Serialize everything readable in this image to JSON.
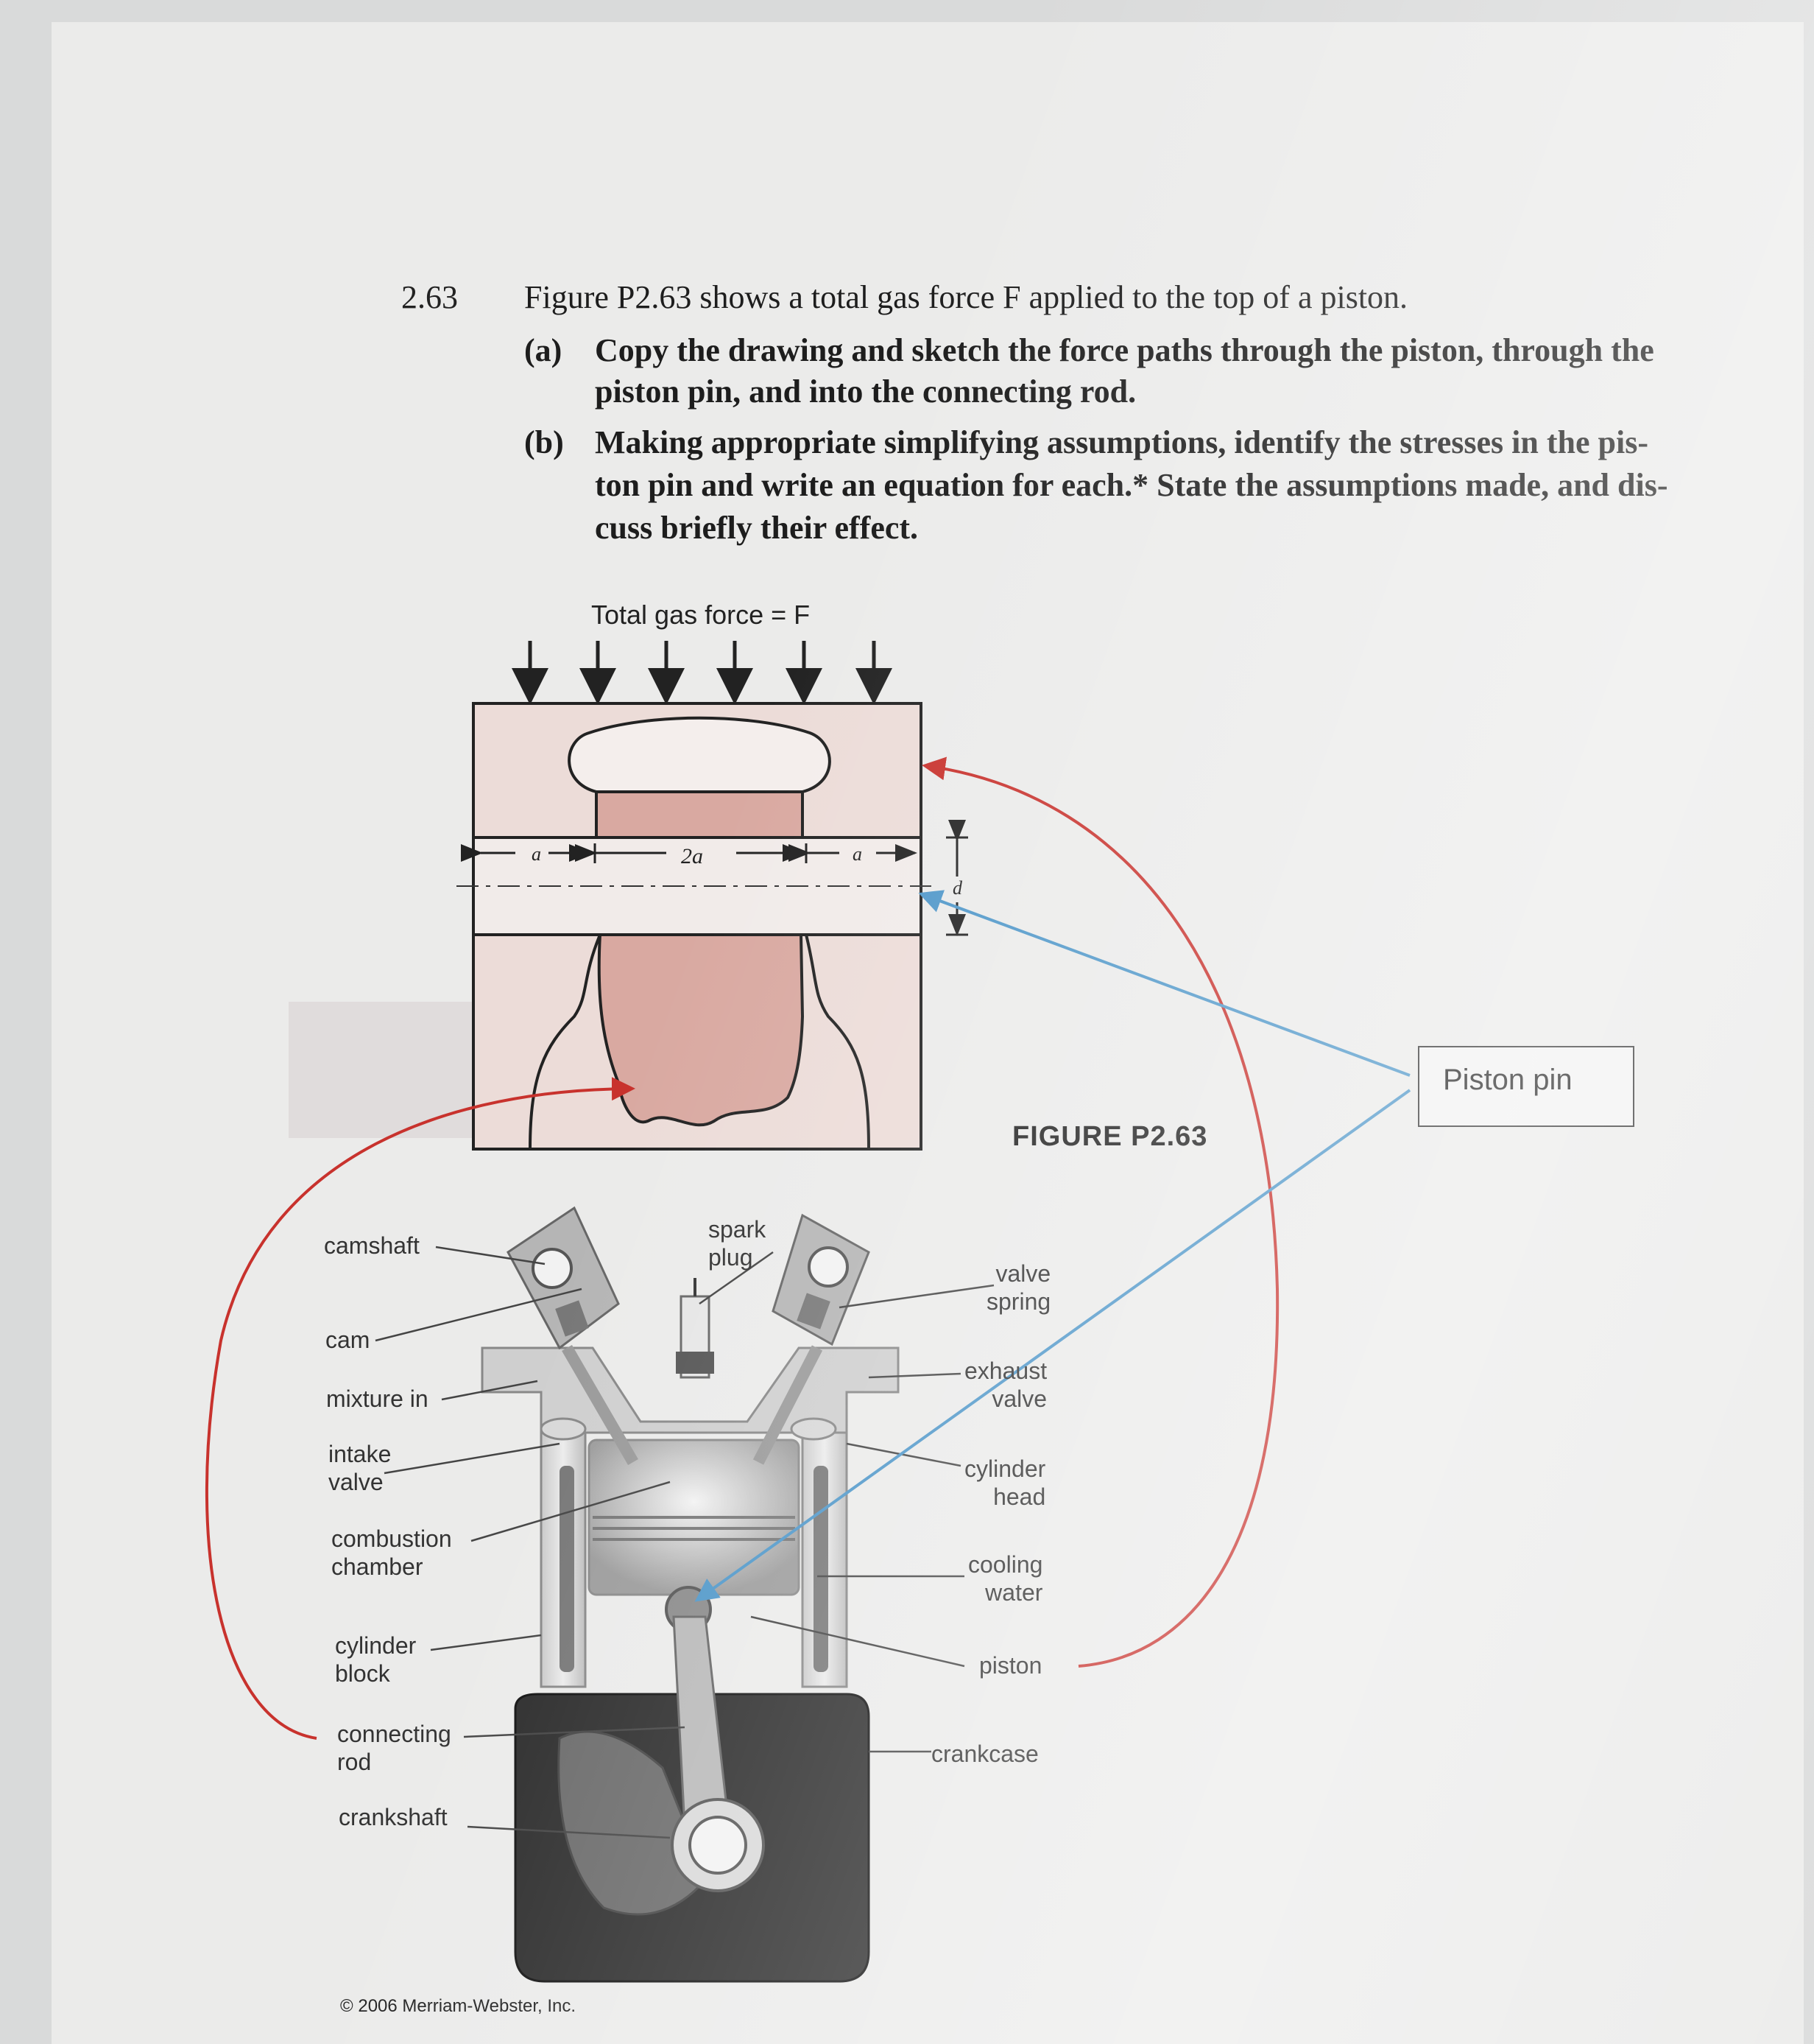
{
  "problem": {
    "number": "2.63",
    "stem": "Figure P2.63 shows a total gas force F applied to the top of a piston.",
    "part_a": {
      "label": "(a)",
      "lines": [
        "Copy the drawing and sketch the force paths through the piston, through the",
        "piston pin, and into the connecting rod."
      ]
    },
    "part_b": {
      "label": "(b)",
      "lines": [
        "Making appropriate simplifying assumptions, identify the stresses in the pis-",
        "ton pin and write an equation for each.* State the assumptions made, and dis-",
        "cuss briefly their effect."
      ]
    }
  },
  "figure": {
    "gas_force_label": "Total gas force = F",
    "dim_a_left": "a",
    "dim_2a": "2a",
    "dim_a_right": "a",
    "dim_d": "d",
    "caption": "FIGURE P2.63"
  },
  "callout": {
    "text": "Piston pin"
  },
  "engine_labels": {
    "camshaft": "camshaft",
    "cam": "cam",
    "mixture_in": "mixture in",
    "intake_valve": [
      "intake",
      "valve"
    ],
    "combustion_chamber": [
      "combustion",
      "chamber"
    ],
    "cylinder_block": [
      "cylinder",
      "block"
    ],
    "connecting_rod": [
      "connecting",
      "rod"
    ],
    "crankshaft": "crankshaft",
    "spark_plug": [
      "spark",
      "plug"
    ],
    "valve_spring": [
      "valve",
      "spring"
    ],
    "exhaust_valve": [
      "exhaust",
      "valve"
    ],
    "cylinder_head": [
      "cylinder",
      "head"
    ],
    "cooling_water": [
      "cooling",
      "water"
    ],
    "piston": "piston",
    "crankcase": "crankcase"
  },
  "copyright": "© 2006 Merriam-Webster, Inc.",
  "colors": {
    "force_path": "#c8322d",
    "pin_pointer": "#4f97c9",
    "piston_fill": "#d9a9a1",
    "section_fill": "#ecdcd8"
  }
}
